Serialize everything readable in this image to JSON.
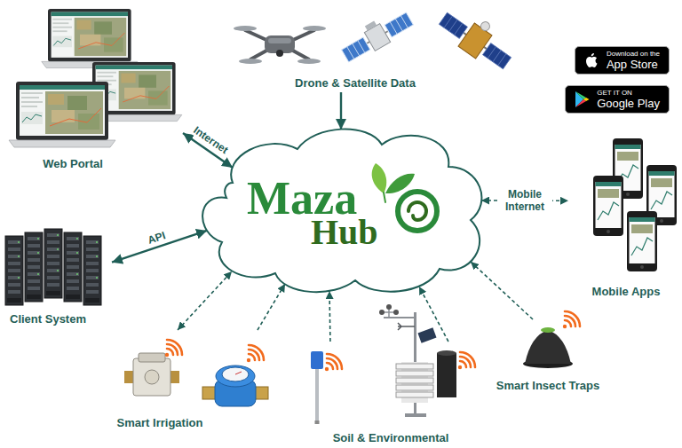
{
  "diagram": {
    "nodes": [
      {
        "text": [
          "Web Portal"
        ]
      },
      {
        "text": [
          "Drone & Satellite Data"
        ]
      },
      {
        "text": [
          "Maza",
          "Hub"
        ]
      },
      {
        "text": [
          "Download on the",
          "App Store"
        ]
      },
      {
        "text": [
          "GET IT ON",
          "Google Play"
        ]
      },
      {
        "text": [
          "Client System"
        ]
      },
      {
        "text": [
          "Mobile Apps"
        ]
      },
      {
        "text": [
          "Smart Irrigation"
        ]
      },
      {
        "text": [
          "Soil & Environmental"
        ]
      },
      {
        "text": [
          "Smart Insect Traps"
        ]
      }
    ],
    "edges": [
      {
        "from": 0,
        "to": 2,
        "arrow": "both",
        "label": "Internet"
      },
      {
        "from": 1,
        "to": 2,
        "arrow": "to"
      },
      {
        "from": 5,
        "to": 2,
        "arrow": "both",
        "label": "API"
      },
      {
        "from": 2,
        "to": 6,
        "arrow": "both",
        "label": "Mobile Internet"
      },
      {
        "from": 7,
        "to": 2,
        "arrow": "both"
      },
      {
        "from": 7,
        "to": 2,
        "arrow": "to"
      },
      {
        "from": 8,
        "to": 2,
        "arrow": "to"
      },
      {
        "from": 8,
        "to": 2,
        "arrow": "to"
      },
      {
        "from": 9,
        "to": 2,
        "arrow": "to"
      }
    ]
  }
}
